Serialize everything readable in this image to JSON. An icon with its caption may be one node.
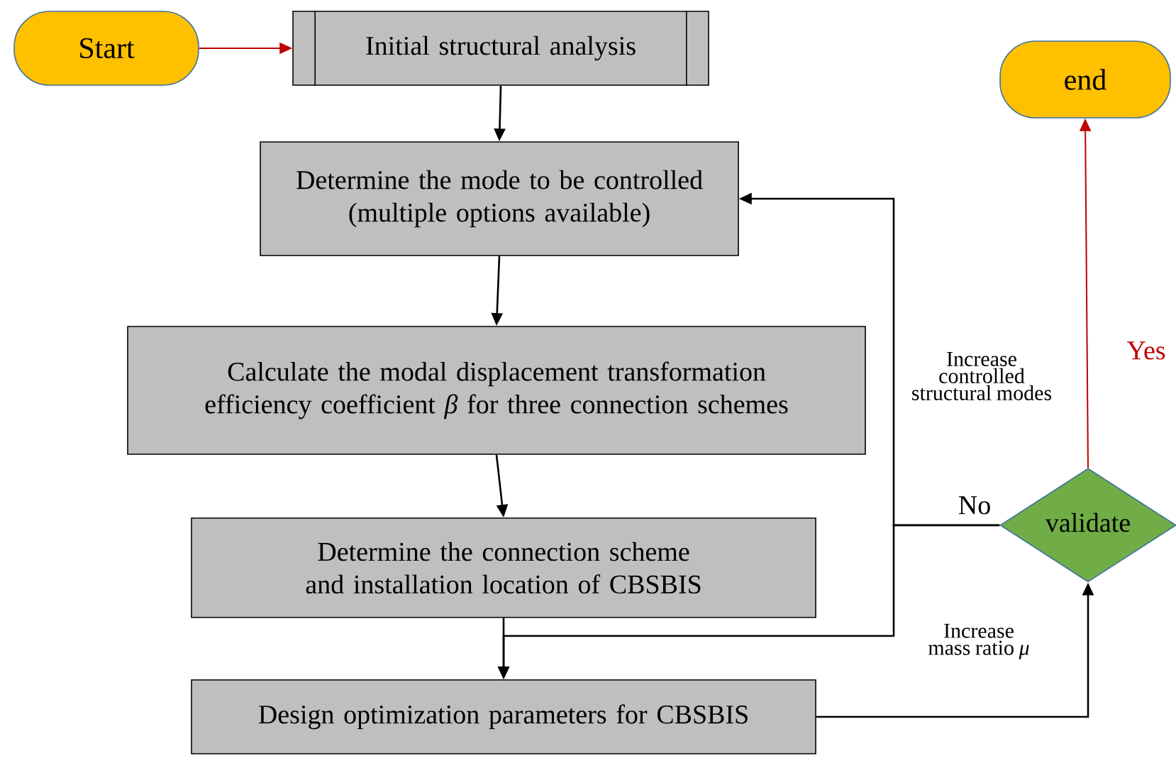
{
  "diagram": {
    "nodes": [
      {
        "text": [
          "Start"
        ]
      },
      {
        "text": [
          "Initial structural analysis"
        ]
      },
      {
        "text": [
          "Determine the mode to be controlled (multiple options available)"
        ]
      },
      {
        "text": [
          "Calculate the modal displacement transformation efficiency coefficient *β* for three connection schemes"
        ]
      },
      {
        "text": [
          "Determine the connection scheme and installation location of CBSBIS"
        ]
      },
      {
        "text": [
          "Design optimization parameters for CBSBIS"
        ]
      },
      {
        "text": [
          "validate"
        ]
      },
      {
        "text": [
          "end"
        ]
      }
    ],
    "edges": [
      {
        "from": 0,
        "to": 1,
        "arrow": "to",
        "color": "#c00000"
      },
      {
        "from": 1,
        "to": 2,
        "arrow": "to"
      },
      {
        "from": 2,
        "to": 3,
        "arrow": "to"
      },
      {
        "from": 3,
        "to": 4,
        "arrow": "to"
      },
      {
        "from": 4,
        "to": 5,
        "arrow": "to"
      },
      {
        "from": 5,
        "to": 6,
        "arrow": "to"
      },
      {
        "from": 6,
        "to": 7,
        "arrow": "to",
        "label": "Yes",
        "color": "#c00000"
      },
      {
        "from": 6,
        "to": 2,
        "arrow": "to",
        "label": "Increase controlled structural modes"
      },
      {
        "from": 6,
        "to": 5,
        "arrow": "to",
        "label": "Increase mass ratio *μ*"
      }
    ],
    "labels": [
      "No"
    ]
  }
}
